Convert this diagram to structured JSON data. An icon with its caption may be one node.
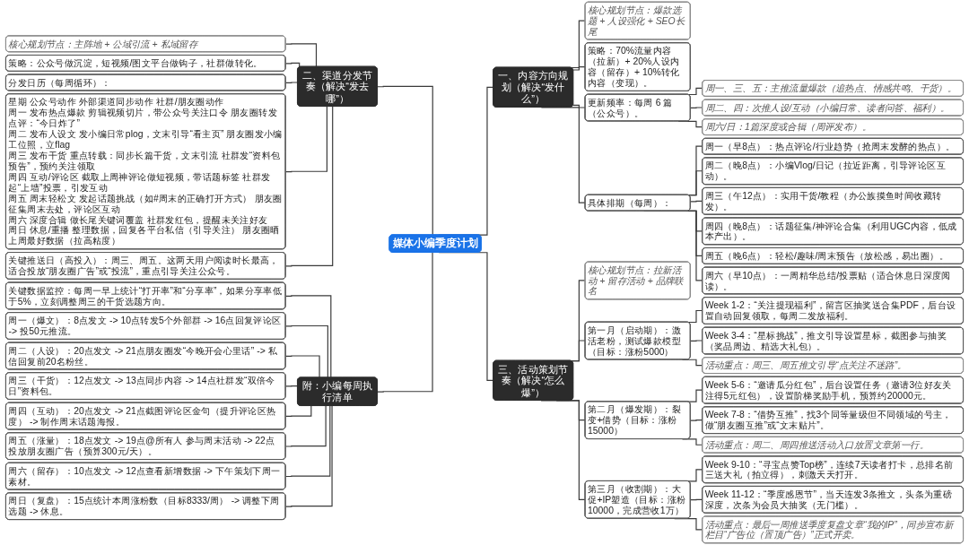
{
  "diagram": {
    "nodes": [
      {
        "text": [
          "媒体小编季度计划"
        ]
      },
      {
        "text": [
          "一、内容方向规划（解决“发什么”）"
        ]
      },
      {
        "text": [
          "核心规划节点：爆款选题 + 人设强化 + SEO长尾"
        ]
      },
      {
        "text": [
          "策略：70%流量内容（拉新）+ 20%人设内容（留存）+ 10%转化内容（变现）。"
        ]
      },
      {
        "text": [
          "更新频率：每周 6 篇（公众号）。"
        ]
      },
      {
        "text": [
          "周一、三、五：主推流量爆款（追热点、情感共鸣、干货）。"
        ]
      },
      {
        "text": [
          "周二、四：次推人设/互动（小编日常、读者问答、福利）。"
        ]
      },
      {
        "text": [
          "周六/日：1篇深度或合辑（周评发布）。"
        ]
      },
      {
        "text": [
          "具体排期（每周）："
        ]
      },
      {
        "text": [
          "周一（早8点）：热点评论/行业趋势（抢周末发酵的热点）。"
        ]
      },
      {
        "text": [
          "周二（晚8点）：小编Vlog/日记（拉近距离，引导评论区互动）。"
        ]
      },
      {
        "text": [
          "周三（午12点）：实用干货/教程（办公族摸鱼时间收藏转发）。"
        ]
      },
      {
        "text": [
          "周四（晚8点）：话题征集/神评论合集（利用UGC内容，低成本产出）。"
        ]
      },
      {
        "text": [
          "周五（晚6点）：轻松/趣味/周末预告（放松感，易出圈）。"
        ]
      },
      {
        "text": [
          "周六（早10点）：一周精华总结/投票贴（适合休息日深度阅读）。"
        ]
      },
      {
        "text": [
          "二、渠道分发节奏（解决“发去哪”）"
        ]
      },
      {
        "text": [
          "核心规划节点：主阵地 + 公域引流 + 私域留存"
        ]
      },
      {
        "text": [
          "策略：公众号做沉淀，短视频/图文平台做钩子，社群做转化。"
        ]
      },
      {
        "text": [
          "分发日历（每周循环）："
        ]
      },
      {
        "text": [
          "星期 公众号动作 外部渠道同步动作 社群/朋友圈动作",
          "周一 发布热点爆款 剪辑视频切片，带公众号关注口令 朋友圈转发点评：“今日炸了”",
          "周二 发布人设文 发小编日常plog，文末引导“看主页” 朋友圈发小编工位照，立flag",
          "周三 发布干货 重点转载：同步长篇干货，文末引流 社群发“资料包预告”，预约关注领取",
          "周四 互动/评论区 截取上周神评论做短视频，带话题标签 社群发起“上墙”投票，引发互动",
          "周五 周末轻松文 发起话题挑战（如#周末的正确打开方式） 朋友圈征集周末去处，评论区互动",
          "周六 深度合辑 做长尾关键词覆盖 社群发红包，提醒未关注好友",
          "周日 休息/重播 整理数据，回复各平台私信（引导关注） 朋友圈晒上周最好数据（拉高粘度）"
        ]
      },
      {
        "text": [
          "关键推送日（高投入）：周三、周五。这两天用户阅读时长最高，适合投放“朋友圈广告”或“投流”，重点引导关注公众号。"
        ]
      },
      {
        "text": [
          "三、活动策划节奏（解决“怎么爆”）"
        ]
      },
      {
        "text": [
          "核心规划节点：拉新活动 + 留存活动 + 品牌联名"
        ]
      },
      {
        "text": [
          "第一月（启动期）：激活老粉，测试爆款模型（目标：涨粉5000）"
        ]
      },
      {
        "text": [
          "Week 1-2：“关注提现福利”，留言区抽奖送合集PDF，后台设置自动回复领取，每周二发放福利。"
        ]
      },
      {
        "text": [
          "Week 3-4：“星标挑战”，推文引导设置星标，截图参与抽奖（奖品周边、精选大礼包）。"
        ]
      },
      {
        "text": [
          "活动重点：周三、周五推文引导“点关注不迷路”。"
        ]
      },
      {
        "text": [
          "第二月（爆发期）：裂变+借势（目标：涨粉15000）"
        ]
      },
      {
        "text": [
          "Week 5-6：“邀请瓜分红包”，后台设置任务（邀请3位好友关注得5元红包），设置阶梯奖励手机，预算约20000元。"
        ]
      },
      {
        "text": [
          "Week 7-8：“借势互推”，找3个同等量级但不同领域的号主，做“朋友圈互推”或“文末贴片”。"
        ]
      },
      {
        "text": [
          "活动重点：周二、周四推送活动入口放置文章第一行。"
        ]
      },
      {
        "text": [
          "第三月（收割期）：大促+IP塑造（目标：涨粉10000，完成营收1万）"
        ]
      },
      {
        "text": [
          "Week 9-10：“寻宝点赞Top榜”，连续7天读者打卡，总排名前三送大礼（拍立得），刺激天天打开。"
        ]
      },
      {
        "text": [
          "Week 11-12：“季度感恩节”，当天连发3条推文，头条为重磅深度，次条为会员大抽奖（无门槛）。"
        ]
      },
      {
        "text": [
          "活动重点：最后一周推送季度复盘文章“我的IP”，同步宣布新栏目“广告位（置顶广告）”正式开卖。"
        ]
      },
      {
        "text": [
          "附：小编每周执行清单"
        ]
      },
      {
        "text": [
          "关键数据监控：每周一早上统计“打开率”和“分享率”，如果分享率低于5%，立刻调整周三的干货选题方向。"
        ]
      },
      {
        "text": [
          "周一（爆文）：8点发文 -> 10点转发5个外部群 -> 16点回复评论区 -> 投50元推流。"
        ]
      },
      {
        "text": [
          "周二（人设）：20点发文 -> 21点朋友圈发“今晚开会心里话” -> 私信回复前20名粉丝。"
        ]
      },
      {
        "text": [
          "周三（干货）：12点发文 -> 13点同步内容 -> 14点社群发“双倍今日”资料包。"
        ]
      },
      {
        "text": [
          "周四（互动）：20点发文 -> 21点截图评论区金句（提升评论区热度） -> 制作周末话题海报。"
        ]
      },
      {
        "text": [
          "周五（涨量）：18点发文 -> 19点@所有人 参与周末活动 -> 22点投放朋友圈广告（预算300元/天）。"
        ]
      },
      {
        "text": [
          "周六（留存）：10点发文 -> 12点查看新增数据 -> 下午策划下周一素材。"
        ]
      },
      {
        "text": [
          "周日（复盘）：15点统计本周涨粉数（目标8333/周） -> 调整下周选题 -> 休息。"
        ]
      }
    ],
    "edges": [
      {
        "from": 0,
        "to": 1,
        "arrow": "none"
      },
      {
        "from": 1,
        "to": 2,
        "arrow": "none"
      },
      {
        "from": 1,
        "to": 3,
        "arrow": "none"
      },
      {
        "from": 1,
        "to": 4,
        "arrow": "none"
      },
      {
        "from": 4,
        "to": 5,
        "arrow": "none"
      },
      {
        "from": 4,
        "to": 6,
        "arrow": "none"
      },
      {
        "from": 4,
        "to": 7,
        "arrow": "none"
      },
      {
        "from": 1,
        "to": 8,
        "arrow": "none"
      },
      {
        "from": 8,
        "to": 9,
        "arrow": "none"
      },
      {
        "from": 8,
        "to": 10,
        "arrow": "none"
      },
      {
        "from": 8,
        "to": 11,
        "arrow": "none"
      },
      {
        "from": 8,
        "to": 12,
        "arrow": "none"
      },
      {
        "from": 8,
        "to": 13,
        "arrow": "none"
      },
      {
        "from": 8,
        "to": 14,
        "arrow": "none"
      },
      {
        "from": 0,
        "to": 15,
        "arrow": "none"
      },
      {
        "from": 15,
        "to": 16,
        "arrow": "none"
      },
      {
        "from": 15,
        "to": 17,
        "arrow": "none"
      },
      {
        "from": 15,
        "to": 18,
        "arrow": "none"
      },
      {
        "from": 15,
        "to": 19,
        "arrow": "none"
      },
      {
        "from": 15,
        "to": 20,
        "arrow": "none"
      },
      {
        "from": 0,
        "to": 21,
        "arrow": "none"
      },
      {
        "from": 21,
        "to": 22,
        "arrow": "none"
      },
      {
        "from": 21,
        "to": 23,
        "arrow": "none"
      },
      {
        "from": 23,
        "to": 24,
        "arrow": "none"
      },
      {
        "from": 23,
        "to": 25,
        "arrow": "none"
      },
      {
        "from": 23,
        "to": 26,
        "arrow": "none"
      },
      {
        "from": 21,
        "to": 27,
        "arrow": "none"
      },
      {
        "from": 27,
        "to": 28,
        "arrow": "none"
      },
      {
        "from": 27,
        "to": 29,
        "arrow": "none"
      },
      {
        "from": 27,
        "to": 30,
        "arrow": "none"
      },
      {
        "from": 21,
        "to": 31,
        "arrow": "none"
      },
      {
        "from": 31,
        "to": 32,
        "arrow": "none"
      },
      {
        "from": 31,
        "to": 33,
        "arrow": "none"
      },
      {
        "from": 31,
        "to": 34,
        "arrow": "none"
      },
      {
        "from": 0,
        "to": 35,
        "arrow": "none"
      },
      {
        "from": 35,
        "to": 36,
        "arrow": "none"
      },
      {
        "from": 35,
        "to": 37,
        "arrow": "none"
      },
      {
        "from": 35,
        "to": 38,
        "arrow": "none"
      },
      {
        "from": 35,
        "to": 39,
        "arrow": "none"
      },
      {
        "from": 35,
        "to": 40,
        "arrow": "none"
      },
      {
        "from": 35,
        "to": 41,
        "arrow": "none"
      },
      {
        "from": 35,
        "to": 42,
        "arrow": "none"
      },
      {
        "from": 35,
        "to": 43,
        "arrow": "none"
      }
    ]
  }
}
